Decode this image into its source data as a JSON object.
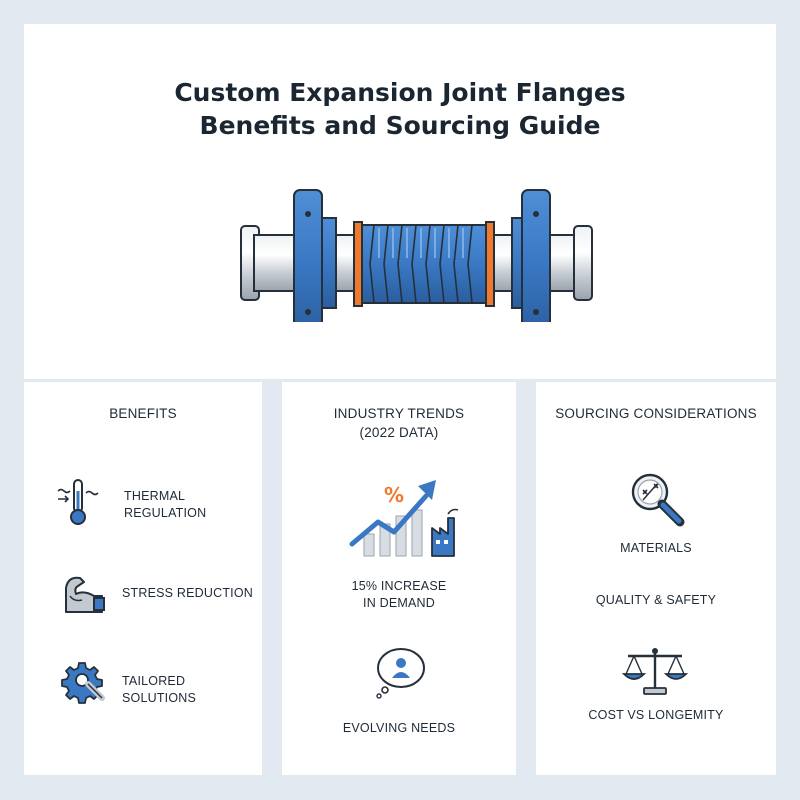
{
  "title": {
    "line1": "Custom Expansion Joint Flanges",
    "line2": "Benefits and Sourcing Guide"
  },
  "colors": {
    "flange_blue": "#3a78c4",
    "gasket_orange": "#ef7a2e",
    "pipe_gray": "#c9ced5",
    "outline": "#26303b",
    "page_bg": "#e3e9f1"
  },
  "benefits": {
    "heading": "BENEFITS",
    "items": [
      {
        "icon": "thermometer-icon",
        "line1": "THERMAL",
        "line2": "REGULATION"
      },
      {
        "icon": "flexed-arm-icon",
        "label": "STRESS REDUCTION"
      },
      {
        "icon": "gear-wrench-icon",
        "label": "TAILORED SOLUTIONS"
      }
    ]
  },
  "trends": {
    "heading_line1": "INDUSTRY TRENDS",
    "heading_line2": "(2022 DATA)",
    "percent_symbol": "%",
    "stat_line1": "15% INCREASE",
    "stat_line2": "IN DEMAND",
    "needs_label": "EVOLVING NEEDS",
    "icons": [
      "growth-chart-icon",
      "factory-icon",
      "person-speech-bubble-icon"
    ]
  },
  "sourcing": {
    "heading": "SOURCING CONSIDERATIONS",
    "items": [
      {
        "icon": "magnifier-icon",
        "label": "MATERIALS"
      },
      {
        "label": "QUALITY & SAFETY"
      },
      {
        "icon": "balance-scale-icon",
        "label": "COST VS LONGEMITY"
      }
    ]
  }
}
